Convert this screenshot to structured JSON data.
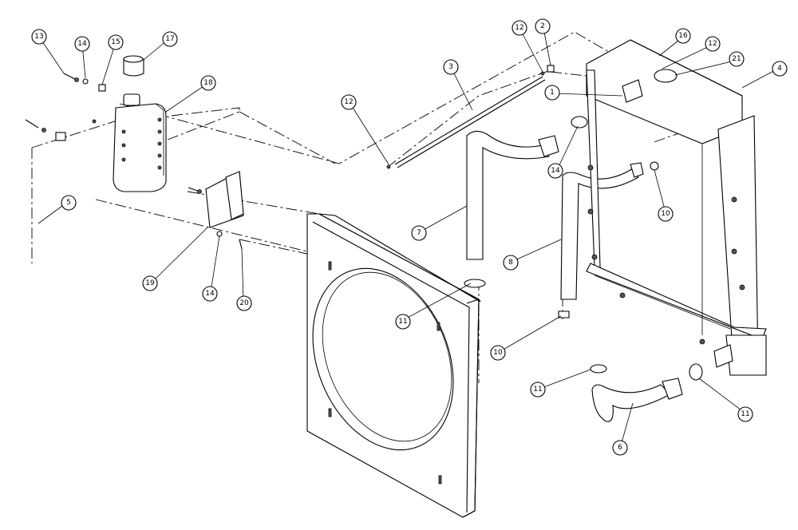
{
  "callouts": [
    {
      "id": "c13a",
      "label": "13"
    },
    {
      "id": "c14a",
      "label": "14"
    },
    {
      "id": "c15",
      "label": "15"
    },
    {
      "id": "c17",
      "label": "17"
    },
    {
      "id": "c18",
      "label": "18"
    },
    {
      "id": "c5",
      "label": "5"
    },
    {
      "id": "c19",
      "label": "19"
    },
    {
      "id": "c14b",
      "label": "14"
    },
    {
      "id": "c20",
      "label": "20"
    },
    {
      "id": "c12a",
      "label": "12"
    },
    {
      "id": "c2",
      "label": "2"
    },
    {
      "id": "c3",
      "label": "3"
    },
    {
      "id": "c12b",
      "label": "12"
    },
    {
      "id": "c16",
      "label": "16"
    },
    {
      "id": "c12c",
      "label": "12"
    },
    {
      "id": "c21",
      "label": "21"
    },
    {
      "id": "c4",
      "label": "4"
    },
    {
      "id": "c1",
      "label": "1"
    },
    {
      "id": "c14c",
      "label": "14"
    },
    {
      "id": "c10a",
      "label": "10"
    },
    {
      "id": "c7",
      "label": "7"
    },
    {
      "id": "c8",
      "label": "8"
    },
    {
      "id": "c11a",
      "label": "11"
    },
    {
      "id": "c10b",
      "label": "10"
    },
    {
      "id": "c11b",
      "label": "11"
    },
    {
      "id": "c11c",
      "label": "11"
    },
    {
      "id": "c6",
      "label": "6"
    }
  ]
}
